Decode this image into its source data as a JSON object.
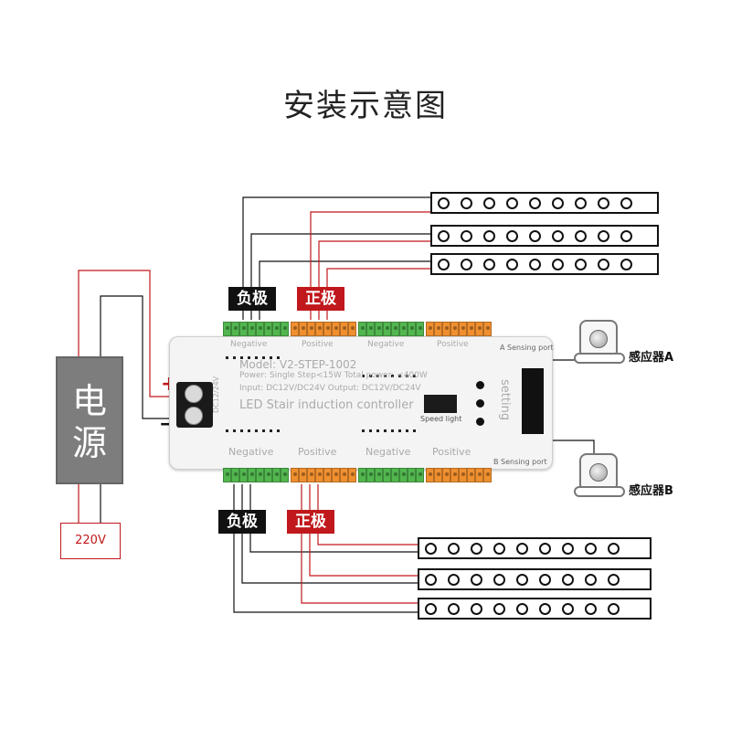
{
  "title": "安装示意图",
  "power_supply": {
    "label_line1": "电",
    "label_line2": "源",
    "mains_label": "220V"
  },
  "upper_tags": {
    "negative": "负极",
    "positive": "正极"
  },
  "lower_tags": {
    "negative": "负极",
    "positive": "正极"
  },
  "controller": {
    "model": "Model: V2-STEP-1002",
    "power": "Power: Single Step<15W Total power: <400W",
    "input": "Input: DC12V/DC24V Output: DC12V/DC24V",
    "name": "LED Stair induction controller",
    "speed_light": "Speed light",
    "setting": "setting",
    "input_side": "DC12/24V",
    "a_sensing_port": "A Sensing port",
    "b_sensing_port": "B Sensing port",
    "top_labels": [
      "Negative",
      "Positive",
      "Negative",
      "Positive"
    ],
    "bottom_labels": [
      "Negative",
      "Positive",
      "Negative",
      "Positive"
    ]
  },
  "terminal_signs": {
    "plus": "+",
    "minus": "−"
  },
  "sensors": [
    {
      "label": "感应器A"
    },
    {
      "label": "感应器B"
    }
  ],
  "colors": {
    "wire_black": "#111111",
    "wire_red": "#c0181c",
    "terminal_green": "#52b64f",
    "terminal_orange": "#ef8f2f",
    "psu_gray": "#7d7d7d"
  },
  "icons": [
    "led-strip-icon",
    "sensor-icon",
    "screw-terminal-icon"
  ]
}
